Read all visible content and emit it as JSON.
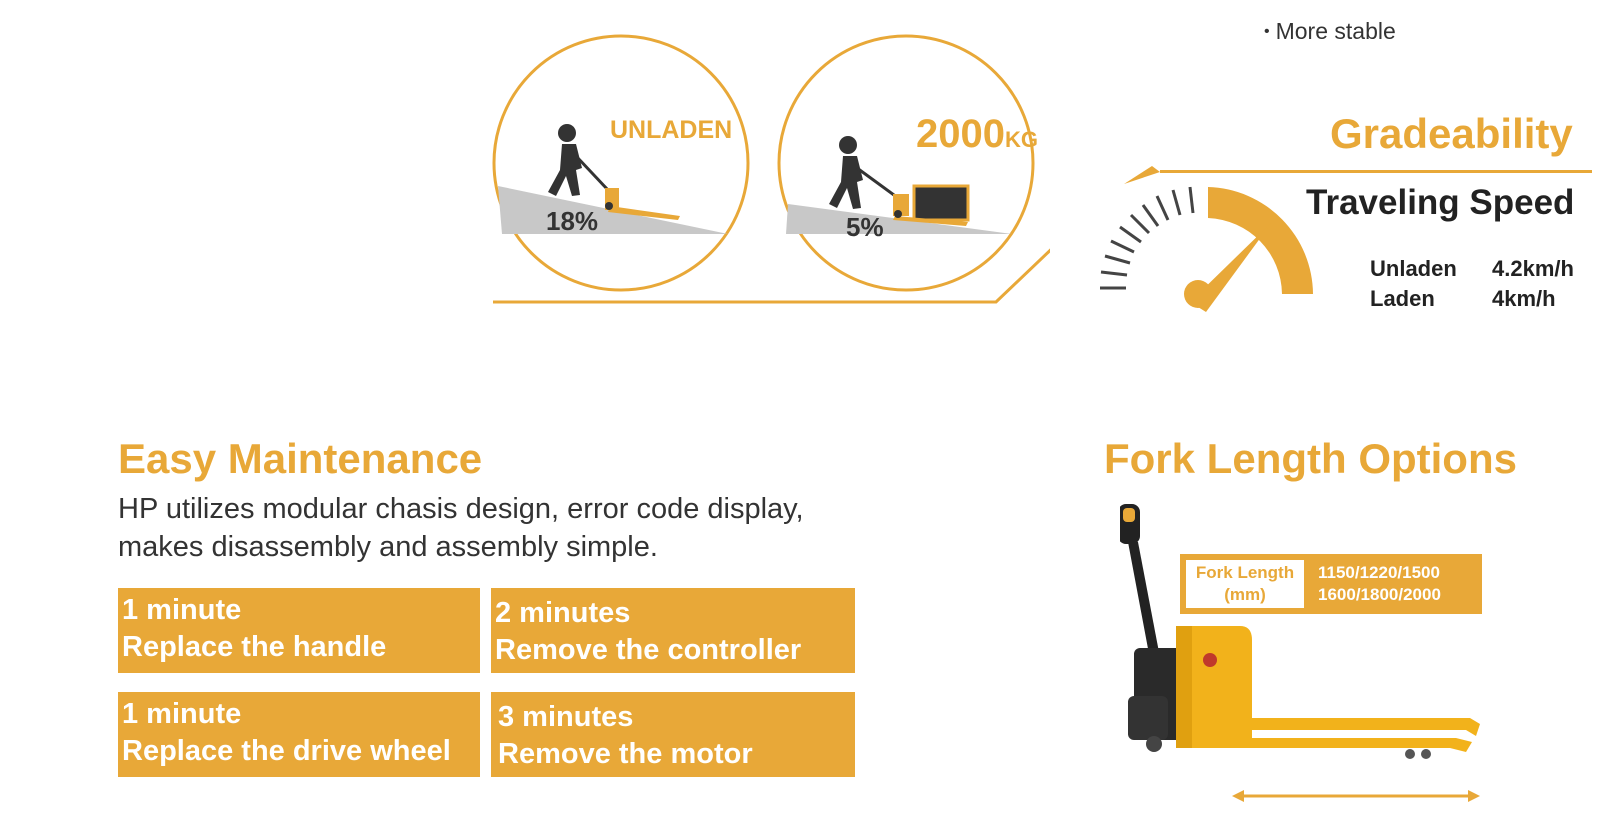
{
  "top": {
    "bullet_text": "More stable"
  },
  "gradeability": {
    "title": "Gradeability",
    "unladen_label": "UNLADEN",
    "unladen_grade": "18%",
    "laden_load": "2000",
    "laden_unit": "KG",
    "laden_grade": "5%"
  },
  "speed": {
    "title": "Traveling Speed",
    "rows": [
      {
        "label": "Unladen",
        "value": "4.2km/h"
      },
      {
        "label": "Laden",
        "value": "4km/h"
      }
    ]
  },
  "maintenance": {
    "title": "Easy Maintenance",
    "description": "HP utilizes modular chasis design, error code display, makes disassembly and assembly simple.",
    "cards": [
      {
        "time": "1 minute",
        "task": "Replace the handle"
      },
      {
        "time": "2 minutes",
        "task": "Remove the controller"
      },
      {
        "time": "1 minute",
        "task": "Replace the drive wheel"
      },
      {
        "time": "3 minutes",
        "task": "Remove the motor"
      }
    ]
  },
  "fork": {
    "title": "Fork Length Options",
    "label_line1": "Fork Length",
    "label_line2": "(mm)",
    "values_line1": "1150/1220/1500",
    "values_line2": "1600/1800/2000"
  },
  "colors": {
    "accent": "#E8A838",
    "dark": "#333333",
    "slope": "#C8C8C8"
  },
  "icons": [
    "walking-person-icon",
    "pallet-truck-icon",
    "speedometer-icon",
    "double-arrow-icon"
  ]
}
